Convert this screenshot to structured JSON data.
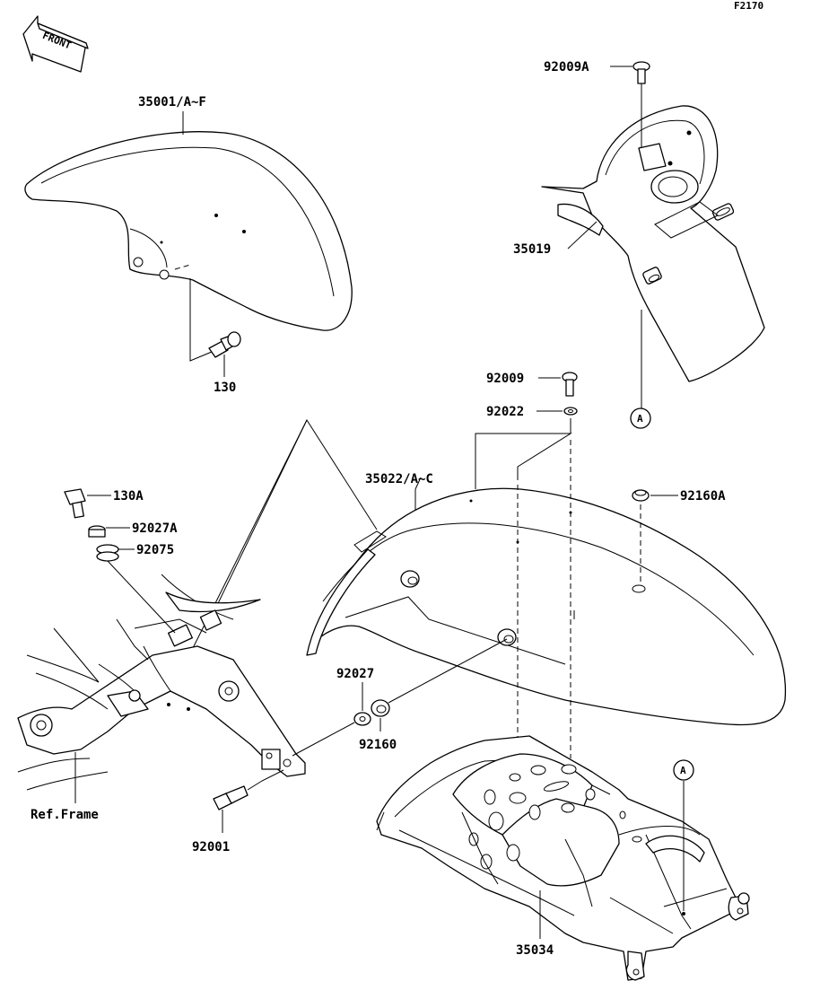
{
  "figure_code": "F2170",
  "front_label": "FRONT",
  "callouts": {
    "ref_a": "A",
    "ref_a_bottom": "A"
  },
  "labels": [
    {
      "id": "front-fender",
      "text": "35001/A~F"
    },
    {
      "id": "front-bolt",
      "text": "130"
    },
    {
      "id": "tail-lamp-bolt",
      "text": "92009A"
    },
    {
      "id": "tail-bracket",
      "text": "35019"
    },
    {
      "id": "screw",
      "text": "92009"
    },
    {
      "id": "washer",
      "text": "92022"
    },
    {
      "id": "rear-fender",
      "text": "35022/A~C"
    },
    {
      "id": "grommet-a",
      "text": "92160A"
    },
    {
      "id": "bolt-a",
      "text": "130A"
    },
    {
      "id": "collar-a",
      "text": "92027A"
    },
    {
      "id": "damper",
      "text": "92075"
    },
    {
      "id": "collar",
      "text": "92027"
    },
    {
      "id": "grommet",
      "text": "92160"
    },
    {
      "id": "frame-ref",
      "text": "Ref.Frame"
    },
    {
      "id": "frame-bolt",
      "text": "92001"
    },
    {
      "id": "rear-bracket",
      "text": "35034"
    }
  ]
}
